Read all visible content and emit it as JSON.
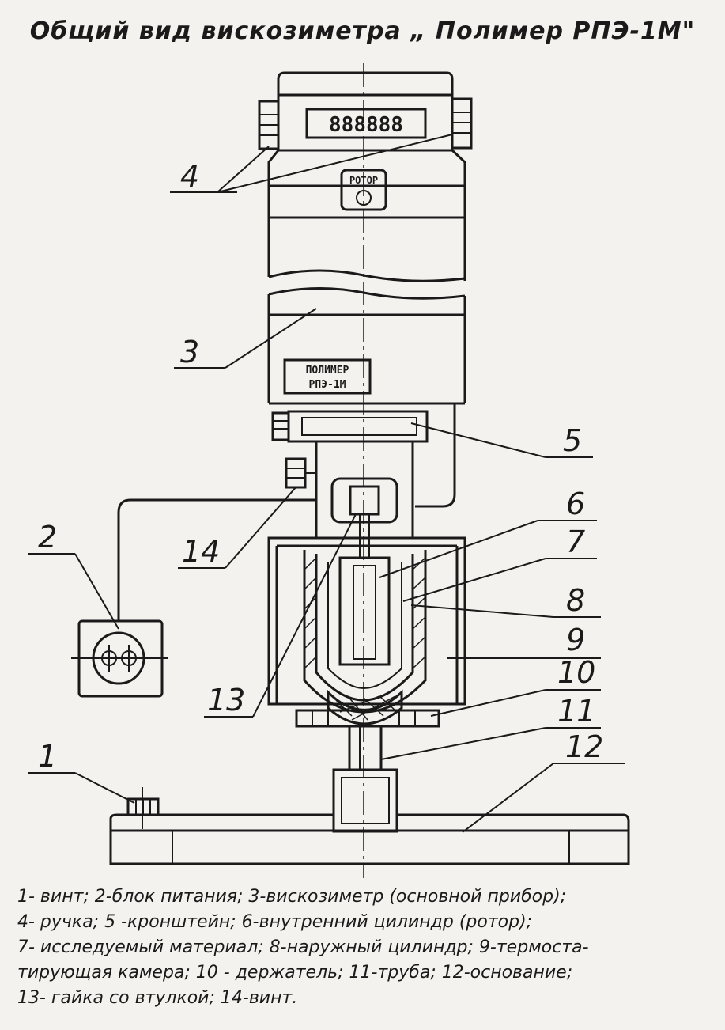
{
  "title": "Общий вид вискозиметра „ Полимер РПЭ-1М\"",
  "display_digits": "888888",
  "button_label": "РОТОР",
  "nameplate": {
    "line1": "ПОЛИМЕР",
    "line2": "РПЭ-1М"
  },
  "callouts": [
    "1",
    "2",
    "3",
    "4",
    "5",
    "6",
    "7",
    "8",
    "9",
    "10",
    "11",
    "12",
    "13",
    "14"
  ],
  "legend_lines": [
    "1- винт; 2-блок питания; 3-вискозиметр (основной прибор);",
    "4- ручка; 5 -кронштейн; 6-внутренний цилиндр (ротор);",
    "7- исследуемый материал; 8-наружный цилиндр; 9-термоста-",
    "тирующая камера; 10 - держатель; 11-труба; 12-основание;",
    "13- гайка со втулкой; 14-винт."
  ]
}
